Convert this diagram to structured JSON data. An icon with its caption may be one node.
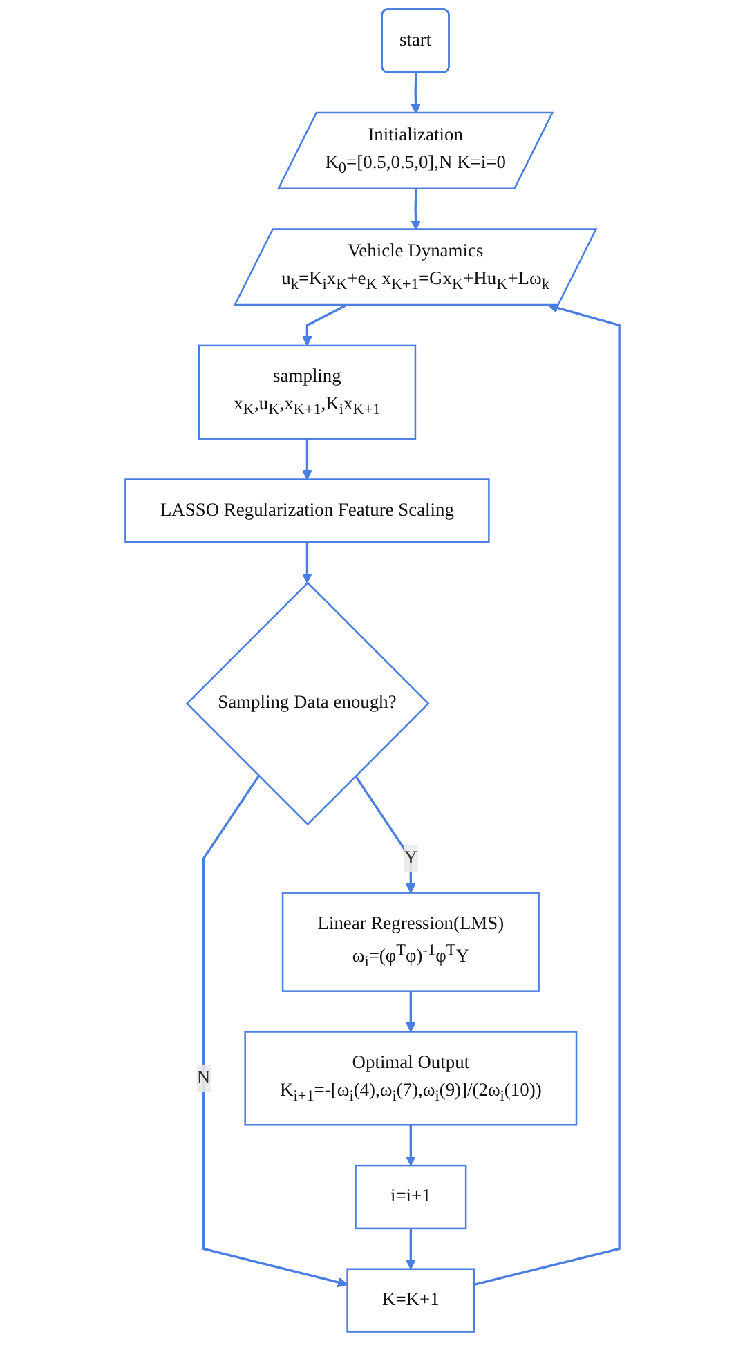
{
  "diagram": {
    "nodes": [
      {
        "text": [
          "start"
        ]
      },
      {
        "text": [
          "Initialization",
          "K$_{0}$=[0.5,0.5,0],N K=i=0"
        ]
      },
      {
        "text": [
          "Vehicle Dynamics",
          "u$_{k}$=K$_{i}$x$_{K}$+e$_{K}$ x$_{K+1}$=Gx$_{K}$+Hu$_{K}$+Lω$_{k}$"
        ]
      },
      {
        "text": [
          "sampling",
          "x$_{K}$,u$_{K}$,x$_{K+1}$,K$_{i}$x$_{K+1}$"
        ]
      },
      {
        "text": [
          "LASSO Regularization Feature Scaling"
        ]
      },
      {
        "text": [
          "Sampling Data enough?"
        ]
      },
      {
        "text": [
          "K=K+1"
        ]
      },
      {
        "text": [
          "Linear Regression(LMS)",
          "ω$_{i}$=(φ$^{T}$φ)$^{-1}$φ$^{T}$Y"
        ]
      },
      {
        "text": [
          "i=i+1"
        ]
      },
      {
        "text": [
          "Optimal Output",
          "K$_{i+1}$=-[ω$_{i}$(4),ω$_{i}$(7),ω$_{i}$(9)]/(2ω$_{i}$(10))"
        ]
      }
    ],
    "edges": [
      {
        "from": 0,
        "to": 1,
        "arrow": "to"
      },
      {
        "from": 1,
        "to": 2,
        "arrow": "to"
      },
      {
        "from": 2,
        "to": 3,
        "arrow": "to"
      },
      {
        "from": 3,
        "to": 4,
        "arrow": "to"
      },
      {
        "from": 4,
        "to": 5,
        "arrow": "to"
      },
      {
        "from": 5,
        "to": 6,
        "label": "N",
        "arrow": "to"
      },
      {
        "from": 5,
        "to": 7,
        "label": "Y",
        "arrow": "to"
      },
      {
        "from": 7,
        "to": 9,
        "arrow": "to"
      },
      {
        "from": 9,
        "to": 8,
        "arrow": "to"
      },
      {
        "from": 8,
        "to": 6,
        "arrow": "to"
      },
      {
        "from": 6,
        "to": 2,
        "arrow": "to"
      }
    ]
  }
}
